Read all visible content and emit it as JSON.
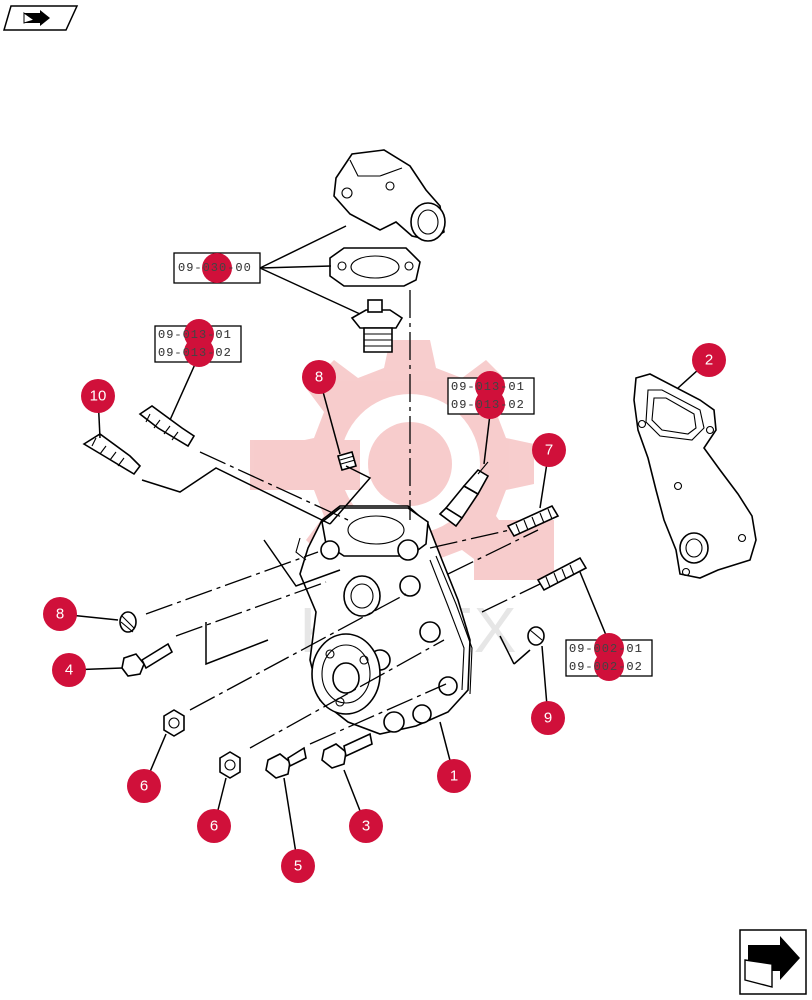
{
  "colors": {
    "callout_fill": "#d0103a",
    "watermark": "#f3b6b6",
    "line": "#000000"
  },
  "icons": {
    "top_left": "back-arrow-icon",
    "bottom_right": "next-page-arrow-icon",
    "watermark": "gear-logo-icon"
  },
  "ref_boxes": [
    {
      "id": "ref-030",
      "lines": [
        "09-030-00"
      ]
    },
    {
      "id": "ref-013-left",
      "lines": [
        "09-013-01",
        "09-013-02"
      ]
    },
    {
      "id": "ref-013-mid",
      "lines": [
        "09-013-01",
        "09-013-02"
      ]
    },
    {
      "id": "ref-002",
      "lines": [
        "09-002-01",
        "09-002-02"
      ]
    }
  ],
  "callouts": [
    {
      "id": "c1",
      "label": "1"
    },
    {
      "id": "c2",
      "label": "2"
    },
    {
      "id": "c3",
      "label": "3"
    },
    {
      "id": "c4",
      "label": "4"
    },
    {
      "id": "c5",
      "label": "5"
    },
    {
      "id": "c6a",
      "label": "6"
    },
    {
      "id": "c6b",
      "label": "6"
    },
    {
      "id": "c7",
      "label": "7"
    },
    {
      "id": "c8a",
      "label": "8"
    },
    {
      "id": "c8b",
      "label": "8"
    },
    {
      "id": "c9",
      "label": "9"
    },
    {
      "id": "c10",
      "label": "10"
    }
  ]
}
